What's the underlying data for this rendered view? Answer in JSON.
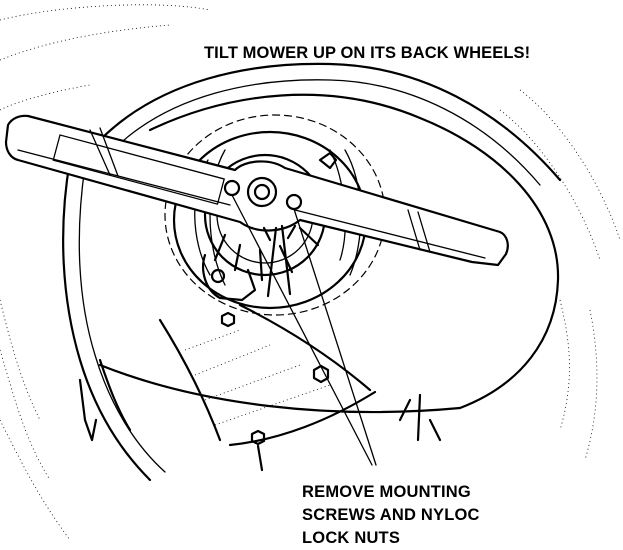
{
  "callouts": {
    "tilt_instruction": "TILT MOWER UP ON ITS BACK WHEELS!",
    "remove_instruction": {
      "line1": "REMOVE MOUNTING",
      "line2": "SCREWS AND NYLOC",
      "line3": "LOCK NUTS"
    }
  },
  "colors": {
    "ink": "#000000",
    "paper": "#ffffff"
  }
}
